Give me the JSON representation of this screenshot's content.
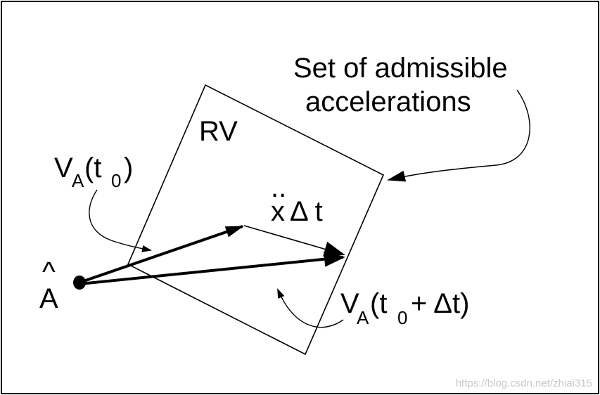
{
  "labels": {
    "set_line1": "Set of admissible",
    "set_line2": "accelerations",
    "rv": "RV",
    "va_t0_v": "V",
    "va_t0_sub": "A",
    "va_t0_open": "(t",
    "va_t0_sub0": "0",
    "va_t0_close": ")",
    "accel_x": "x",
    "accel_dots": "..",
    "accel_delta_t": "Δ t",
    "a_hat_letter": "A",
    "a_hat_caret": "^",
    "va_t0dt_v": "V",
    "va_t0dt_sub": "A",
    "va_t0dt_open": "(t",
    "va_t0dt_sub0": "0",
    "va_t0dt_rest": "+ Δt)"
  },
  "watermark": "https://blog.csdn.net/zhiai315",
  "colors": {
    "stroke": "#000000",
    "background": "#ffffff",
    "watermark": "#c8c8c8"
  }
}
